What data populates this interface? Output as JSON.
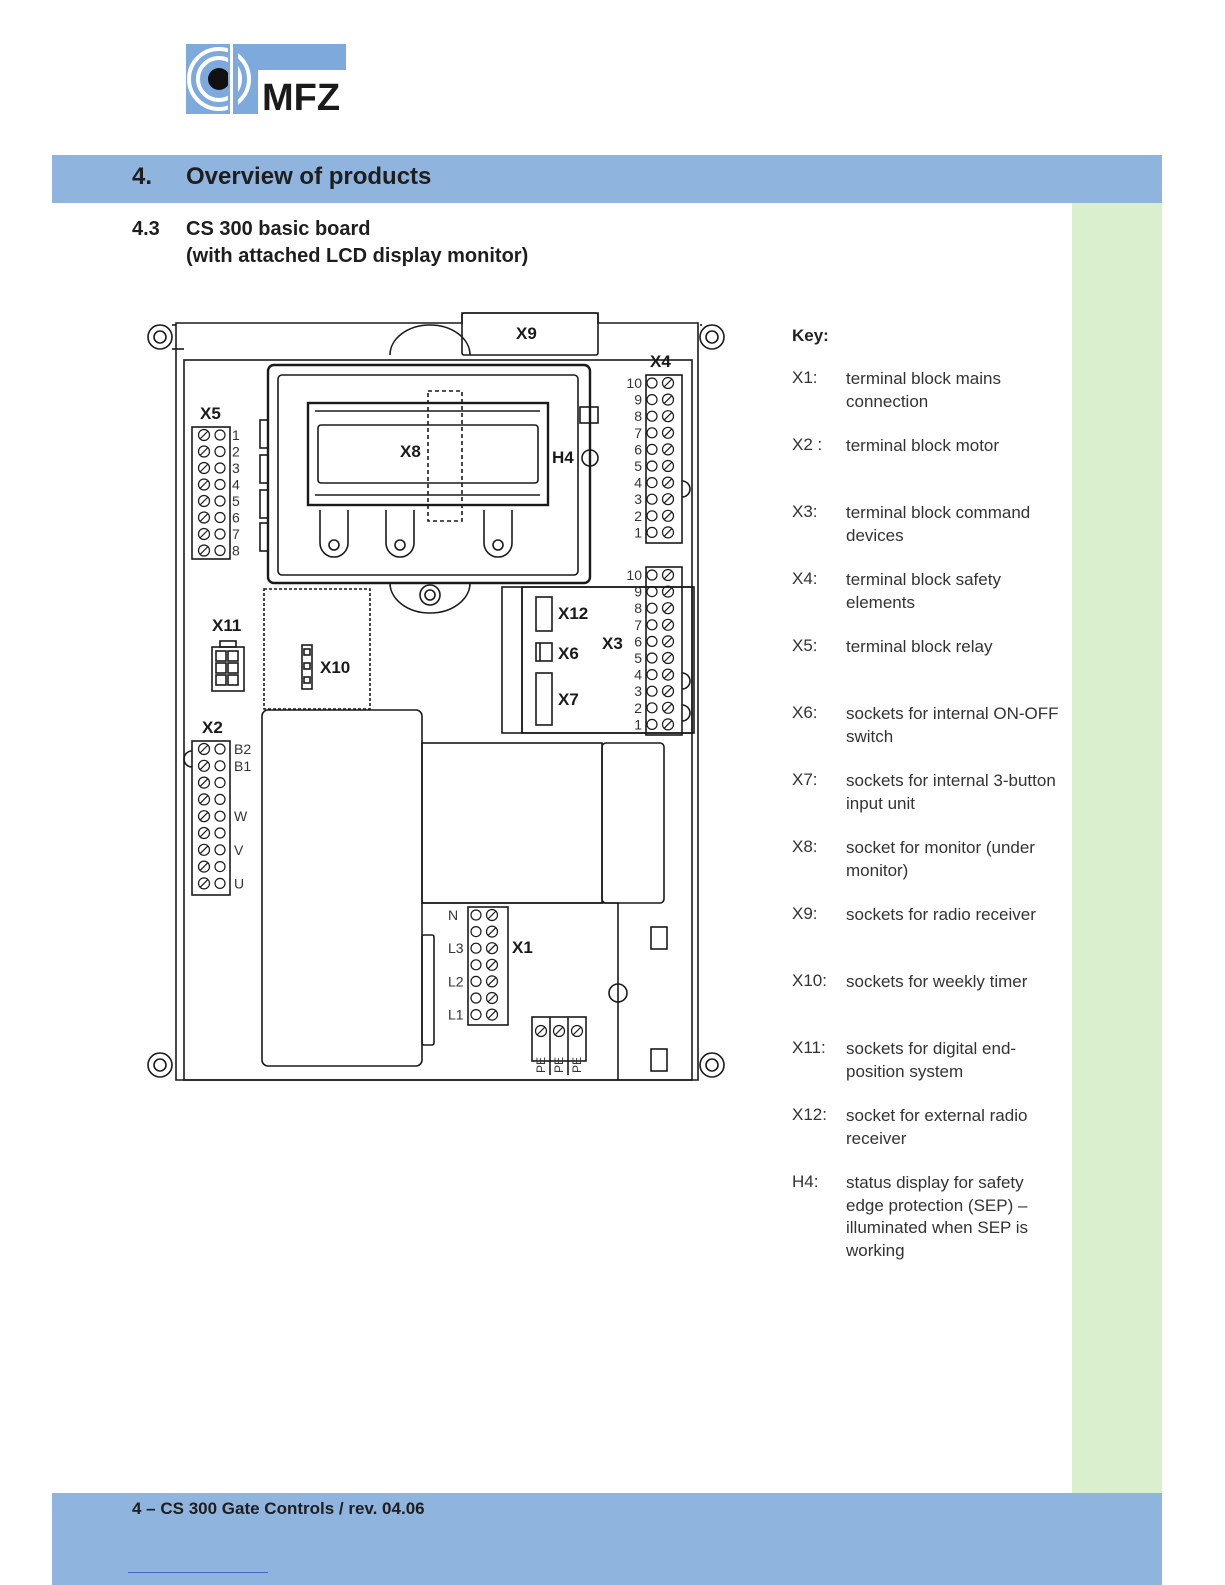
{
  "header": {
    "logo_text": "MFZ",
    "chapter_number": "4.",
    "chapter_title": "Overview of products"
  },
  "section": {
    "number": "4.3",
    "title_line1": "CS 300 basic board",
    "title_line2": "(with attached LCD display monitor)"
  },
  "diagram": {
    "labels": {
      "x9": "X9",
      "x4": "X4",
      "x5": "X5",
      "x8": "X8",
      "h4": "H4",
      "x11": "X11",
      "x10": "X10",
      "x12": "X12",
      "x6": "X6",
      "x3": "X3",
      "x7": "X7",
      "x2": "X2",
      "x1": "X1"
    },
    "x4_pins": [
      "10",
      "9",
      "8",
      "7",
      "6",
      "5",
      "4",
      "3",
      "2",
      "1"
    ],
    "x3_pins": [
      "10",
      "9",
      "8",
      "7",
      "6",
      "5",
      "4",
      "3",
      "2",
      "1"
    ],
    "x5_pins": [
      "1",
      "2",
      "3",
      "4",
      "5",
      "6",
      "7",
      "8"
    ],
    "x2_pins": [
      "B2",
      "B1",
      "",
      "",
      "W",
      "",
      "V",
      "",
      "U"
    ],
    "x1_pins": [
      "N",
      "",
      "L3",
      "",
      "L2",
      "",
      "L1"
    ],
    "pe_labels": [
      "PE",
      "PE",
      "PE"
    ]
  },
  "key": {
    "heading": "Key:",
    "items": [
      {
        "code": "X1:",
        "desc": "terminal block mains connection"
      },
      {
        "code": "X2 :",
        "desc": "terminal block motor"
      },
      {
        "code": "X3:",
        "desc": "terminal block command devices"
      },
      {
        "code": "X4:",
        "desc": "terminal block safety elements"
      },
      {
        "code": "X5:",
        "desc": "terminal block relay"
      },
      {
        "code": "X6:",
        "desc": "sockets for internal ON-OFF switch"
      },
      {
        "code": "X7:",
        "desc": "sockets for internal 3-button input unit"
      },
      {
        "code": "X8:",
        "desc": "socket for monitor (under monitor)"
      },
      {
        "code": "X9:",
        "desc": "sockets for radio receiver"
      },
      {
        "code": "X10:",
        "desc": "sockets for weekly timer"
      },
      {
        "code": "X11:",
        "desc": "sockets for digital end-position system"
      },
      {
        "code": "X12:",
        "desc": "socket for external radio receiver"
      },
      {
        "code": "H4:",
        "desc": "status display for safety edge protection (SEP) – illuminated when SEP is working"
      }
    ]
  },
  "footer": {
    "text": "4 – CS 300 Gate Controls / rev. 04.06"
  },
  "colors": {
    "band": "#8fb4de",
    "side_bar": "#d9efce",
    "logo_blue": "#7ea9dc"
  }
}
